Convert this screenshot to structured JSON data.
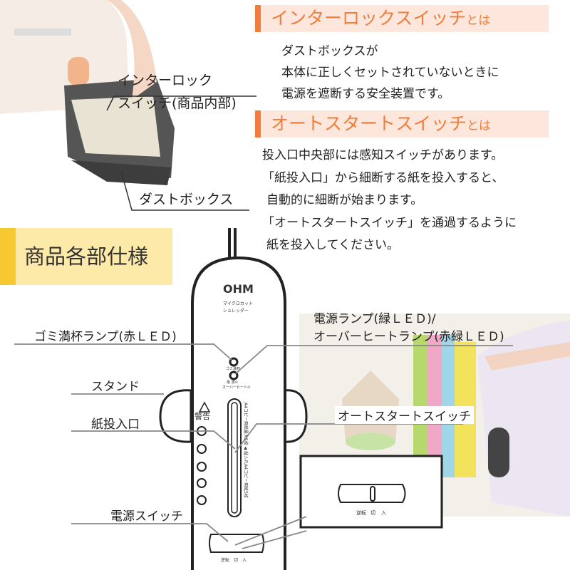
{
  "interlock": {
    "heading": "インターロックスイッチ",
    "heading_suffix": "とは",
    "lines": [
      "ダストボックスが",
      "本体に正しくセットされていないときに",
      "電源を遮断する安全装置です。"
    ]
  },
  "autostart": {
    "heading": "オートスタートスイッチ",
    "heading_suffix": "とは",
    "lines": [
      "投入口中央部には感知スイッチがあります。",
      "「紙投入口」から細断する紙を投入すると、",
      "自動的に細断が始まります。",
      "「オートスタートスイッチ」を通過するように",
      "紙を投入してください。"
    ]
  },
  "photo_labels": {
    "interlock_1": "インターロック",
    "interlock_2": "スイッチ(商品内部)",
    "dust_box": "ダストボックス"
  },
  "spec_title": "商品各部仕様",
  "device": {
    "brand": "OHM",
    "model_1": "マイクロカット",
    "model_2": "シュレッダー",
    "lamp_full": "ゴミ満杯",
    "lamp_power": "電 源⊙",
    "lamp_overheat": "オーバーヒート⊙",
    "warning": "警告",
    "slot_text": "A4コピー用紙最大5枚 ◀ 縦入れA4コピー用紙5枚",
    "switch_positions": [
      "逆転",
      "切",
      "入"
    ]
  },
  "labels": {
    "power_lamp_1": "電源ランプ(緑ＬＥＤ)/",
    "power_lamp_2": "オーバーヒートランプ(赤緑ＬＥＤ)",
    "full_lamp": "ゴミ満杯ランプ(赤ＬＥＤ)",
    "stand": "スタンド",
    "paper_slot": "紙投入口",
    "auto_start": "オートスタートスイッチ",
    "power_switch": "電源スイッチ"
  },
  "colors": {
    "accent": "#f07d3c",
    "header_bg": "#fde6dc",
    "spec_bg": "#fde9a8",
    "spec_stripe": "#f6c933"
  }
}
